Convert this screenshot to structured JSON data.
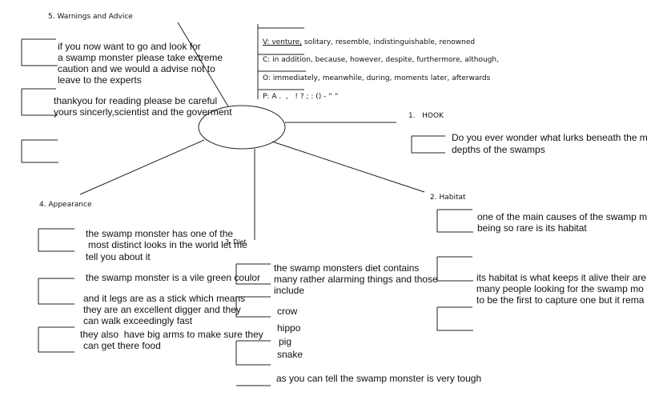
{
  "sections": {
    "warnings": {
      "heading": "5. Warnings and Advice",
      "lines": [
        "if you now want to go and look for",
        "a swamp monster please take extreme",
        "caution and we would a advise not to",
        "leave to the experts",
        "thankyou for reading please be careful",
        "yours sincerly,scientist and the goverment"
      ]
    },
    "word_bank": {
      "v_prefix": "V: venture,",
      "v_rest": " solitary, resemble, indistinguishable, renowned",
      "c": "C: in addition, because, however, despite, furthermore, although,",
      "o": "O: immediately, meanwhile, during, moments later, afterwards",
      "p": "P: A .  ,   ! ? ; : () - “ ”"
    },
    "hook": {
      "heading": "1.   HOOK",
      "lines": [
        "Do you ever wonder what lurks beneath the m",
        "depths of the swamps"
      ]
    },
    "habitat": {
      "heading": "2. Habitat",
      "lines": [
        "one of the main causes of the swamp m",
        "being so rare is its habitat",
        "its habitat is what keeps it alive their are",
        "many people looking for the swamp mo",
        "to be the first to capture one but it rema"
      ]
    },
    "appearance": {
      "heading": "4. Appearance",
      "lines": [
        "the swamp monster has one of the",
        "most distinct looks in the world let me",
        "tell you about it",
        "the swamp monster is a vile green coulor",
        "and it legs are as a stick which means",
        "they are an excellent digger and they",
        "can walk exceedingly fast",
        "they also  have big arms to make sure they",
        "can get there food"
      ]
    },
    "diet": {
      "heading": "3. Diet",
      "lines": [
        "the swamp monsters diet contains",
        "many rather alarming things and those",
        "include",
        "crow",
        "hippo",
        "pig",
        "snake",
        "as you can tell the swamp monster is very tough"
      ]
    }
  }
}
